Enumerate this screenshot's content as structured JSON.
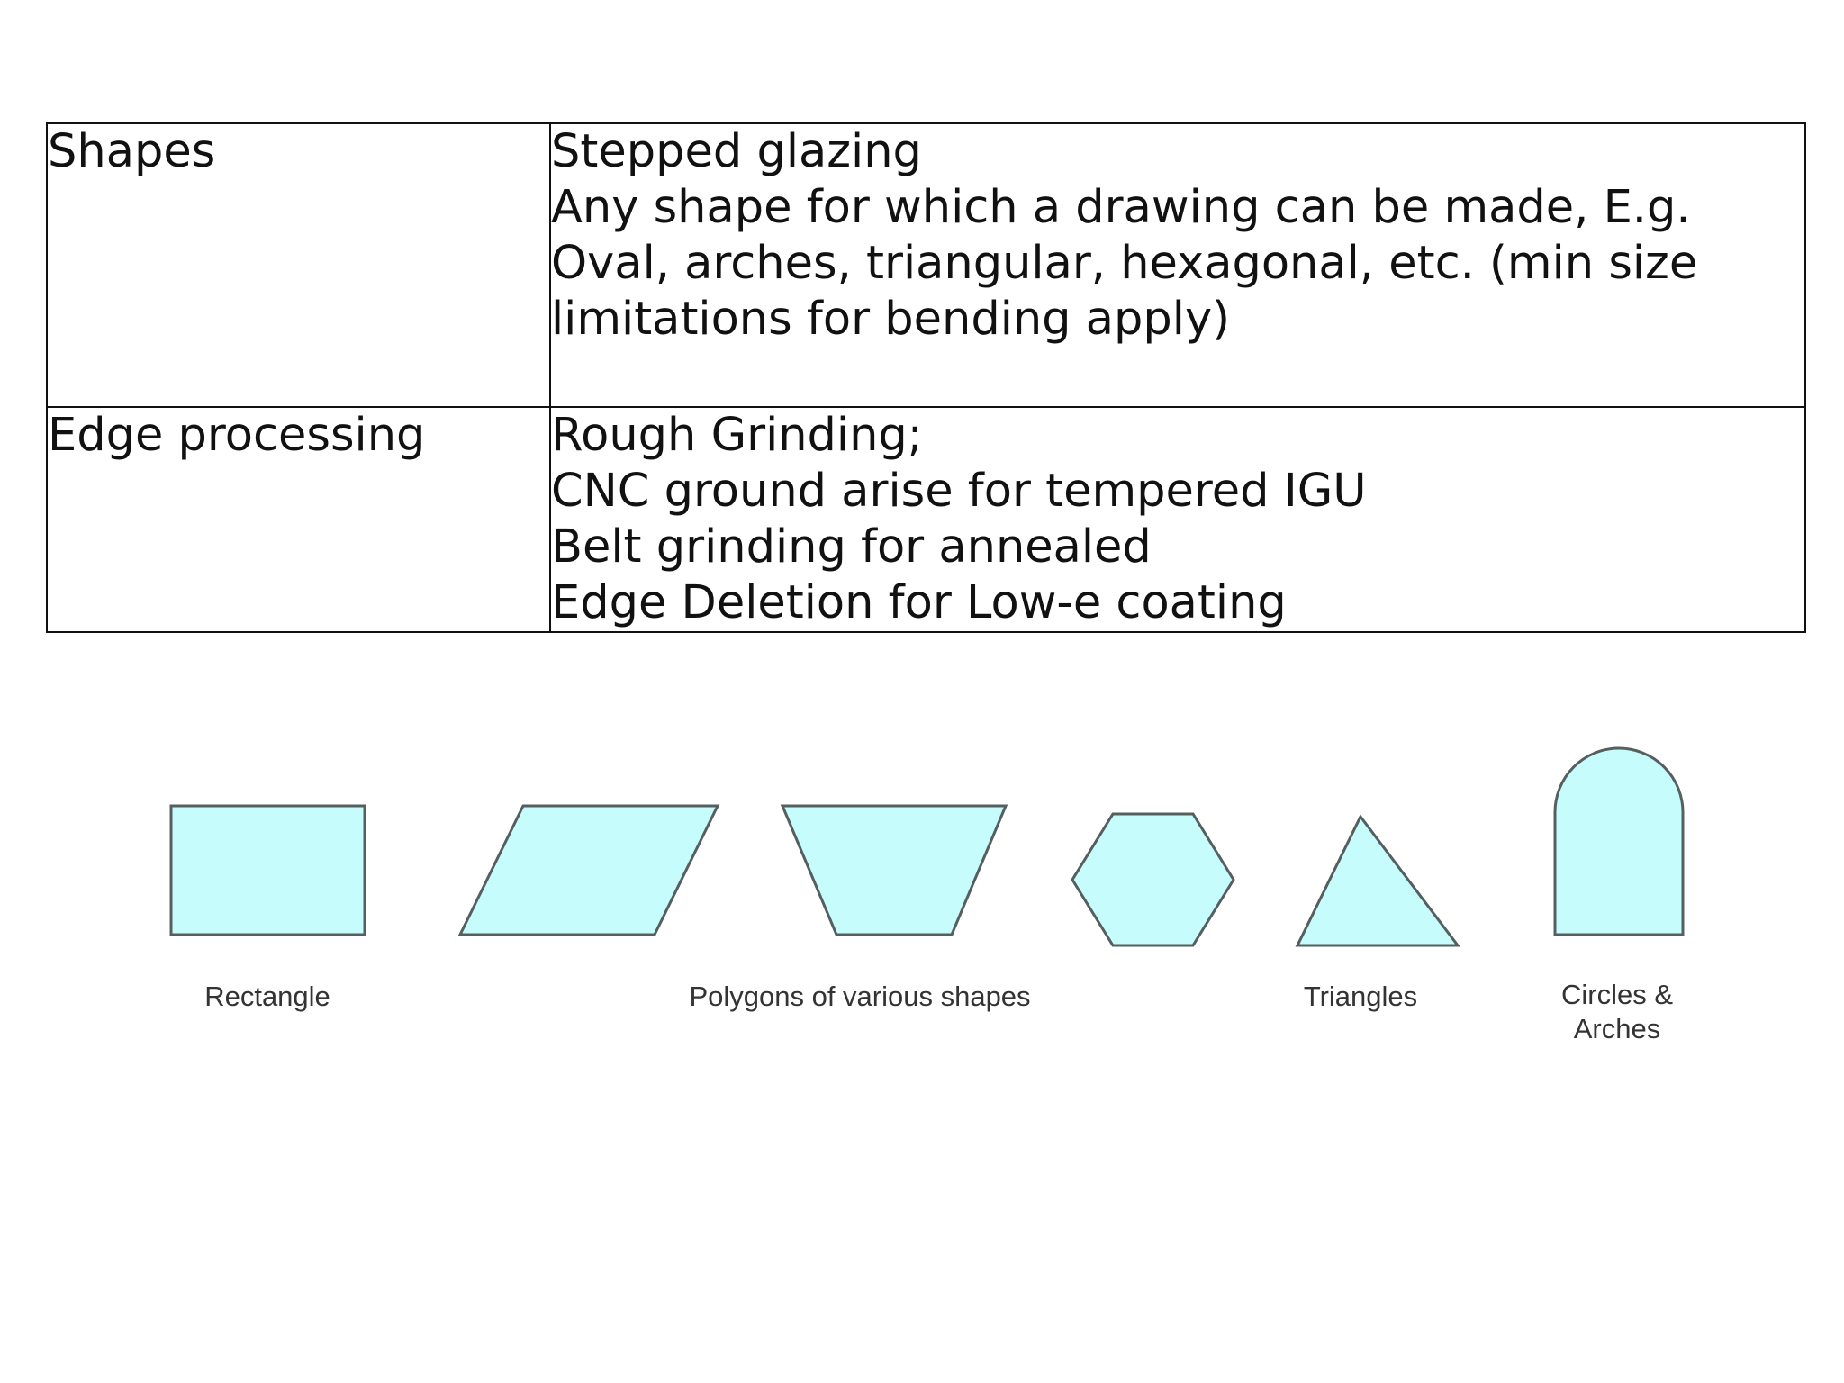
{
  "table": {
    "rows": [
      {
        "label": "Shapes",
        "lines": [
          "Stepped glazing",
          "Any shape for which a drawing can be made, E.g.",
          "Oval, arches, triangular, hexagonal, etc. (min size",
          "limitations for bending apply)"
        ]
      },
      {
        "label": "Edge processing",
        "lines": [
          "Rough Grinding;",
          "CNC ground arise for tempered IGU",
          "Belt grinding for annealed",
          "Edge Deletion for Low-e coating"
        ]
      }
    ]
  },
  "figure": {
    "captions": {
      "rectangle": "Rectangle",
      "polygons": "Polygons of various shapes",
      "triangles": "Triangles",
      "circles_line1": "Circles &",
      "circles_line2": "Arches"
    },
    "fill_color": "#c6fcfc",
    "stroke_color": "#555f5f"
  }
}
